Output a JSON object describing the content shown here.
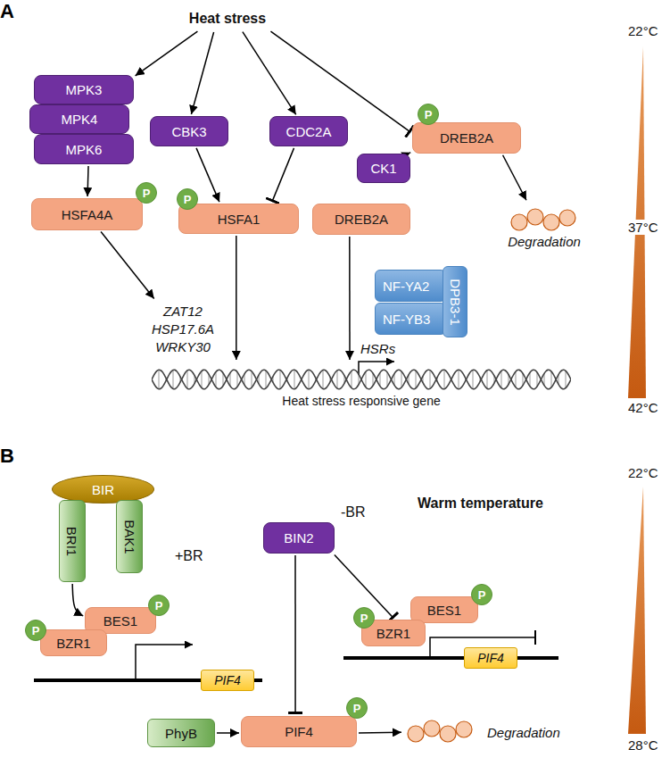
{
  "diagram": {
    "nodes": [
      {
        "text": [
          "A"
        ]
      },
      {
        "text": [
          "Heat stress"
        ],
        "in": 0
      },
      {
        "text": [
          "MPK3"
        ],
        "in": 0
      },
      {
        "text": [
          "MPK4"
        ],
        "in": 0
      },
      {
        "text": [
          "MPK6"
        ],
        "in": 0
      },
      {
        "text": [
          "CBK3"
        ],
        "in": 0
      },
      {
        "text": [
          "CDC2A"
        ],
        "in": 0
      },
      {
        "text": [
          "DREB2A"
        ],
        "in": 0
      },
      {
        "text": [
          "P"
        ],
        "in": 0
      },
      {
        "text": [
          "CK1"
        ],
        "in": 0
      },
      {
        "text": [
          "HSFA4A"
        ],
        "in": 0
      },
      {
        "text": [
          "P"
        ],
        "in": 0
      },
      {
        "text": [
          "HSFA1"
        ],
        "in": 0
      },
      {
        "text": [
          "P"
        ],
        "in": 0
      },
      {
        "text": [
          "DREB2A"
        ],
        "in": 0
      },
      {
        "text": [
          "Degradation"
        ],
        "in": 0
      },
      {
        "text": [
          "NF-YA2"
        ],
        "in": 0
      },
      {
        "text": [
          "NF-YB3"
        ],
        "in": 0
      },
      {
        "text": [
          "DPB3-1"
        ],
        "in": 0
      },
      {
        "text": [
          "ZAT12 HSP17.6A WRKY30"
        ],
        "in": 0
      },
      {
        "text": [
          "Heat stress responsive gene"
        ],
        "in": 0
      },
      {
        "text": [
          "B"
        ]
      },
      {
        "text": [
          "BIR"
        ],
        "in": 21
      },
      {
        "text": [
          "BRI1"
        ],
        "in": 21
      },
      {
        "text": [
          "BAK1"
        ],
        "in": 21
      },
      {
        "text": [
          "BIN2"
        ],
        "in": 21
      },
      {
        "text": [
          "BES1"
        ],
        "in": 21
      },
      {
        "text": [
          "P"
        ],
        "in": 21
      },
      {
        "text": [
          "BZR1"
        ],
        "in": 21
      },
      {
        "text": [
          "P"
        ],
        "in": 21
      },
      {
        "text": [
          "PIF4"
        ],
        "in": 21
      },
      {
        "text": [
          "BES1"
        ],
        "in": 21
      },
      {
        "text": [
          "P"
        ],
        "in": 21
      },
      {
        "text": [
          "BZR1"
        ],
        "in": 21
      },
      {
        "text": [
          "P"
        ],
        "in": 21
      },
      {
        "text": [
          "PIF4"
        ],
        "in": 21
      },
      {
        "text": [
          "PhyB"
        ],
        "in": 21
      },
      {
        "text": [
          "PIF4"
        ],
        "in": 21
      },
      {
        "text": [
          "P"
        ],
        "in": 21
      },
      {
        "text": [
          "Degradation"
        ],
        "in": 21
      }
    ],
    "edges": [
      {
        "from": 1,
        "to": 2,
        "arrow": "to"
      },
      {
        "from": 1,
        "to": 5,
        "arrow": "to"
      },
      {
        "from": 1,
        "to": 6,
        "arrow": "to"
      },
      {
        "from": 1,
        "to": 7,
        "arrow": "to"
      },
      {
        "from": 4,
        "to": 10,
        "arrow": "to"
      },
      {
        "from": 5,
        "to": 12,
        "arrow": "to"
      },
      {
        "from": 6,
        "to": 12,
        "arrow": "to"
      },
      {
        "from": 9,
        "to": 7,
        "arrow": "to"
      },
      {
        "from": 7,
        "to": 15,
        "arrow": "to"
      },
      {
        "from": 10,
        "to": 19,
        "arrow": "to"
      },
      {
        "from": 12,
        "to": 20,
        "arrow": "to"
      },
      {
        "from": 14,
        "to": 20,
        "arrow": "to"
      },
      {
        "from": 23,
        "to": 26,
        "arrow": "to"
      },
      {
        "from": 25,
        "to": 33,
        "arrow": "to"
      },
      {
        "from": 25,
        "to": 37,
        "arrow": "to"
      },
      {
        "from": 36,
        "to": 37,
        "arrow": "to"
      },
      {
        "from": 37,
        "to": 39,
        "arrow": "to"
      }
    ],
    "labels": [
      "HSRs",
      "22°C",
      "37°C",
      "42°C",
      "Warm temperature",
      "+BR",
      "-BR",
      "22°C",
      "28°C"
    ]
  }
}
